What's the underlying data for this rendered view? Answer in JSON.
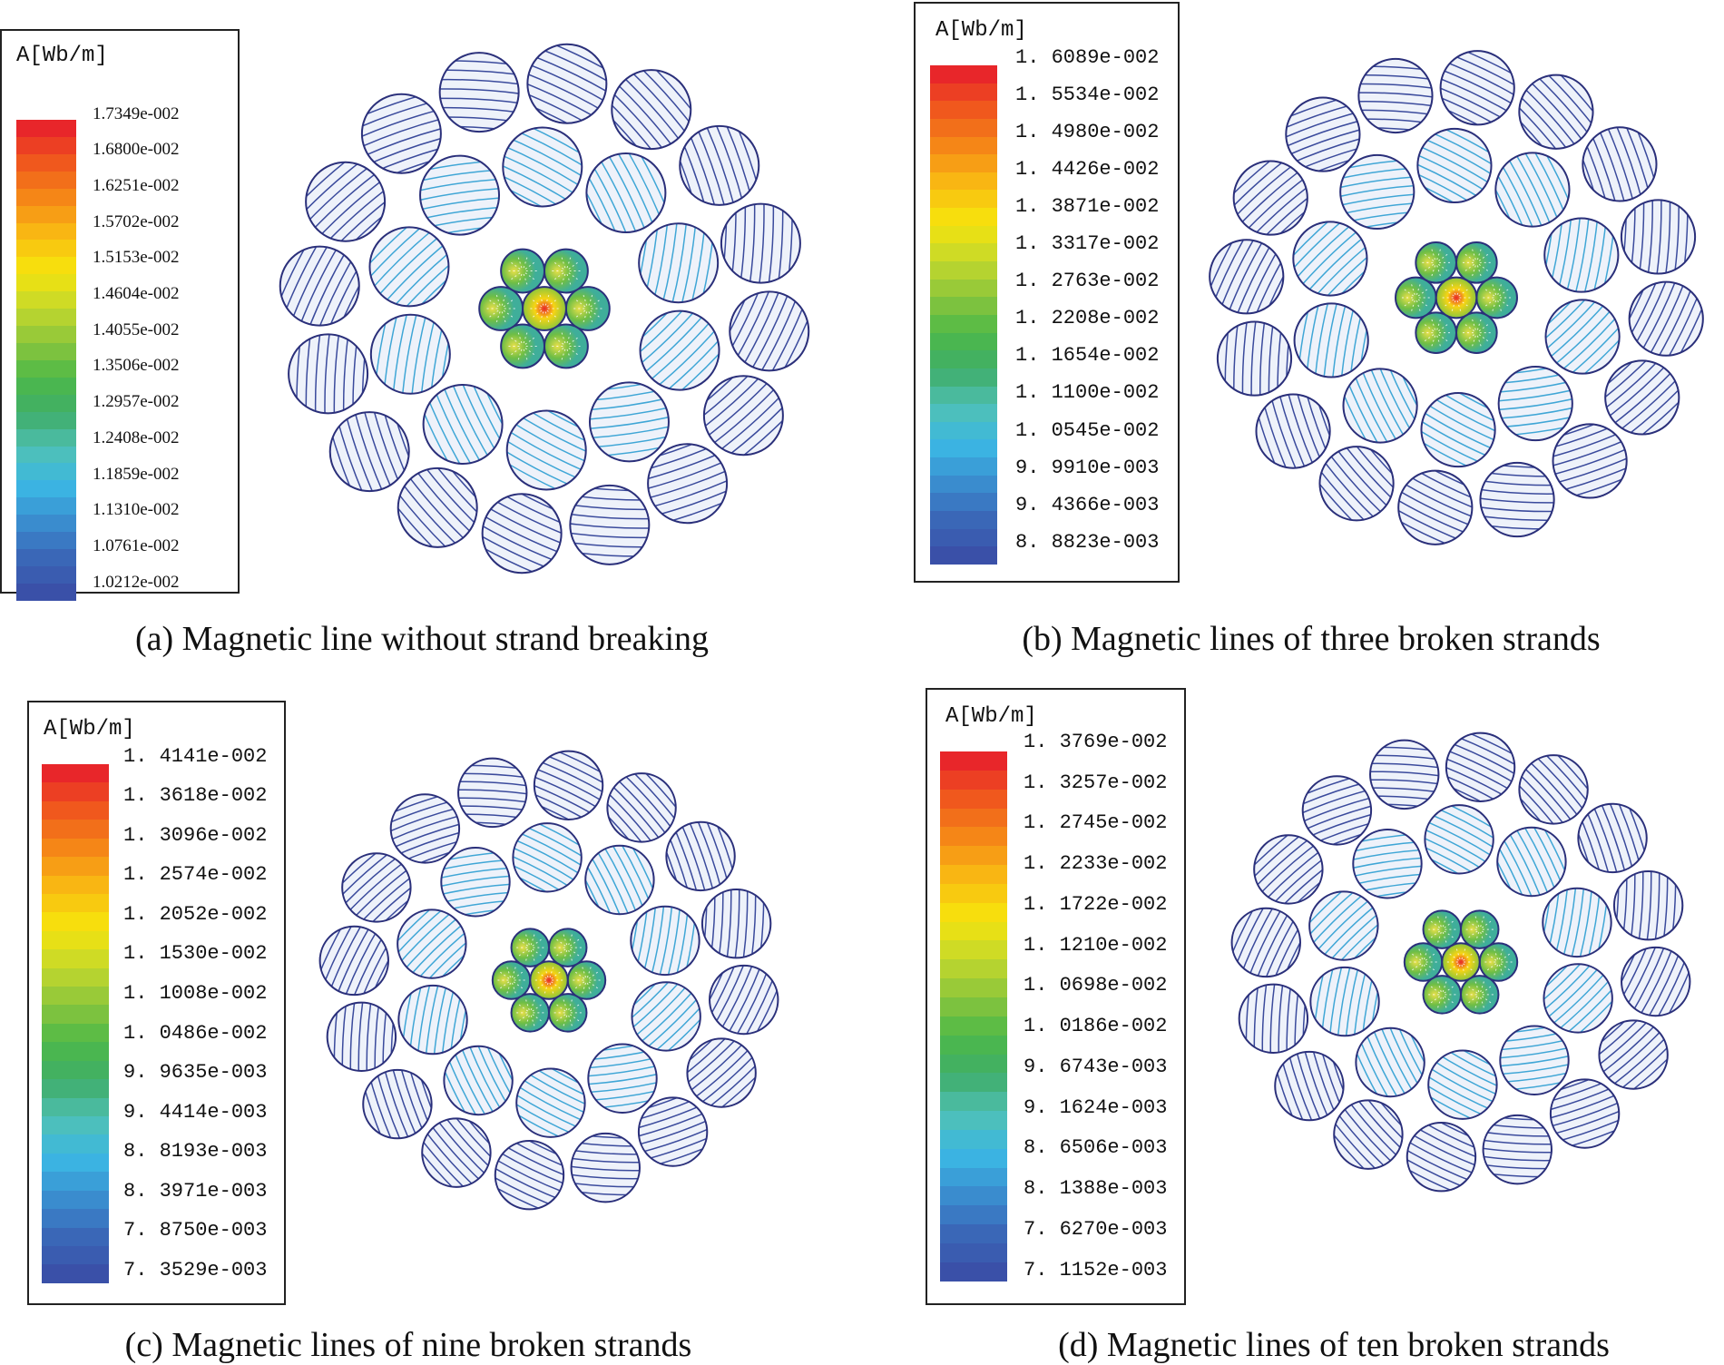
{
  "panels": [
    {
      "id": "a",
      "legend_title": "A[Wb/m]",
      "legend_values": [
        "1.7349e-002",
        "1.6800e-002",
        "1.6251e-002",
        "1.5702e-002",
        "1.5153e-002",
        "1.4604e-002",
        "1.4055e-002",
        "1.3506e-002",
        "1.2957e-002",
        "1.2408e-002",
        "1.1859e-002",
        "1.1310e-002",
        "1.0761e-002",
        "1.0212e-002"
      ],
      "caption": "(a) Magnetic line without strand breaking"
    },
    {
      "id": "b",
      "legend_title": "A[Wb/m]",
      "legend_values": [
        "1. 6089e-002",
        "1. 5534e-002",
        "1. 4980e-002",
        "1. 4426e-002",
        "1. 3871e-002",
        "1. 3317e-002",
        "1. 2763e-002",
        "1. 2208e-002",
        "1. 1654e-002",
        "1. 1100e-002",
        "1. 0545e-002",
        "9. 9910e-003",
        "9. 4366e-003",
        "8. 8823e-003"
      ],
      "caption": "(b) Magnetic lines of three broken strands"
    },
    {
      "id": "c",
      "legend_title": "A[Wb/m]",
      "legend_values": [
        "1. 4141e-002",
        "1. 3618e-002",
        "1. 3096e-002",
        "1. 2574e-002",
        "1. 2052e-002",
        "1. 1530e-002",
        "1. 1008e-002",
        "1. 0486e-002",
        "9. 9635e-003",
        "9. 4414e-003",
        "8. 8193e-003",
        "8. 3971e-003",
        "7. 8750e-003",
        "7. 3529e-003"
      ],
      "caption": "(c) Magnetic lines of nine broken strands"
    },
    {
      "id": "d",
      "legend_title": "A[Wb/m]",
      "legend_values": [
        "1. 3769e-002",
        "1. 3257e-002",
        "1. 2745e-002",
        "1. 2233e-002",
        "1. 1722e-002",
        "1. 1210e-002",
        "1. 0698e-002",
        "1. 0186e-002",
        "9. 6743e-003",
        "9. 1624e-003",
        "8. 6506e-003",
        "8. 1388e-003",
        "7. 6270e-003",
        "7. 1152e-003"
      ],
      "caption": "(d) Magnetic lines of ten broken strands"
    }
  ],
  "colors": {
    "scale_top": "#e8262a",
    "scale_bottom": "#3a50a8",
    "strand_fill": "#eef2fa",
    "strand_outline": "#2a2f7a",
    "outer_line": "#3a4a9c",
    "inner_line": "#3fa6d6"
  }
}
